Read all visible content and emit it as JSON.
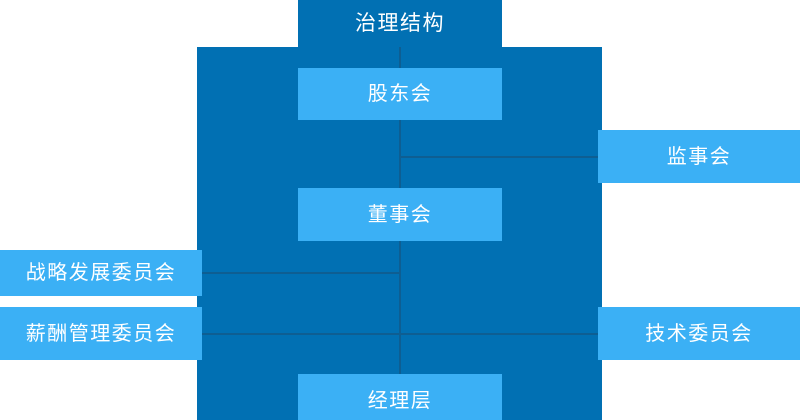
{
  "diagram": {
    "title": "治理结构",
    "colors": {
      "spine": "#0170b3",
      "node_light": "#3bb0f5",
      "node_dark": "#0170b3",
      "text": "#ffffff",
      "background": "#ffffff",
      "connector": "#0e5e92"
    },
    "nodes": {
      "title_banner": "治理结构",
      "shareholders_meeting": "股东会",
      "board_of_supervisors": "监事会",
      "board_of_directors": "董事会",
      "strategy_committee": "战略发展委员会",
      "compensation_committee": "薪酬管理委员会",
      "technology_committee": "技术委员会",
      "management_layer": "经理层"
    }
  }
}
